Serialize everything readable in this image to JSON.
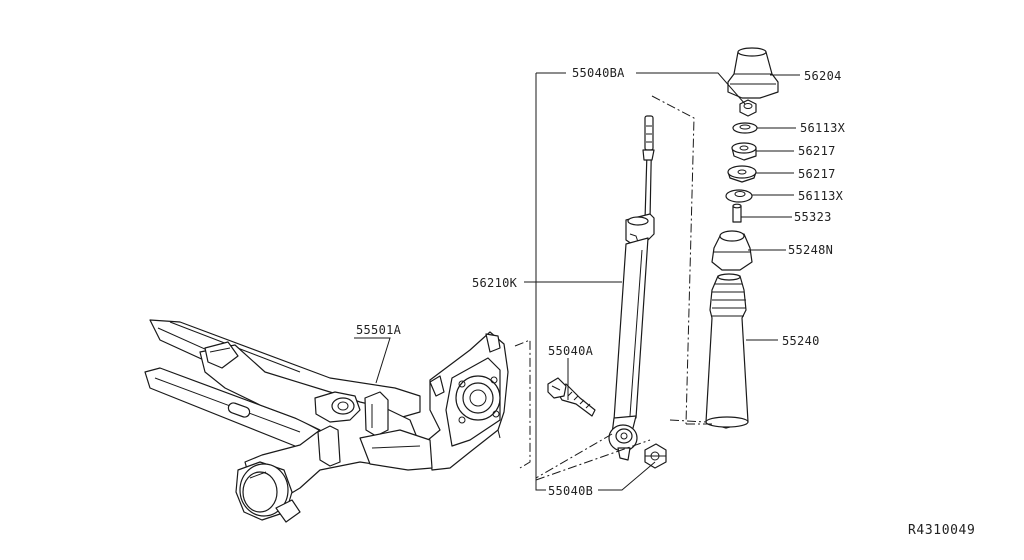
{
  "diagram": {
    "labels": {
      "p55040BA": "55040BA",
      "p56204": "56204",
      "p56113X_top": "56113X",
      "p56217_top": "56217",
      "p56217_bottom": "56217",
      "p56113X_bottom": "56113X",
      "p55323": "55323",
      "p55248N": "55248N",
      "p56210K": "56210K",
      "p55501A": "55501A",
      "p55040A": "55040A",
      "p55240": "55240",
      "p55040B": "55040B"
    },
    "reference_code": "R4310049"
  }
}
